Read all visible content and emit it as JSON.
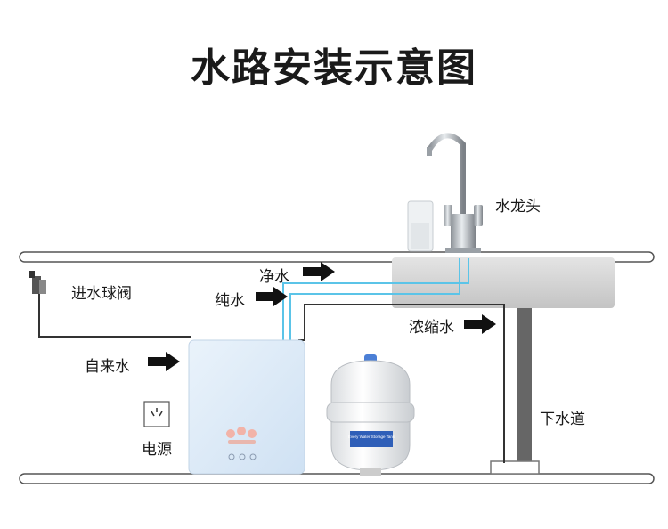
{
  "title": "水路安装示意图",
  "labels": {
    "faucet": "水龙头",
    "inlet_valve": "进水球阀",
    "clean_water": "净水",
    "pure_water": "纯水",
    "concentrate": "浓缩水",
    "tap_water": "自来水",
    "power": "电源",
    "drain": "下水道"
  },
  "tank_label": "Every Water Storage Tank",
  "colors": {
    "pipe_clean": "#5bc4e8",
    "pipe_dark": "#333333",
    "counter_border": "#555555",
    "sink": "#cfcfcf",
    "drain_pipe": "#666666",
    "purifier": "#dbe9f7",
    "arrow": "#111111"
  },
  "icons": [
    "inlet-valve-icon",
    "faucet-icon",
    "glass-icon",
    "purifier-icon",
    "storage-tank-icon",
    "power-socket-icon",
    "arrow-right-icon"
  ]
}
